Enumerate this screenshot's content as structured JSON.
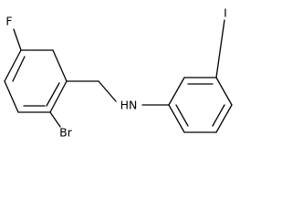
{
  "molecule": {
    "atoms": {
      "fluorine": "F",
      "bromine": "Br",
      "amine": "HN",
      "iodine": "I"
    }
  },
  "colors": {
    "bond": "#000000",
    "label": "#000000",
    "background": "#ffffff"
  }
}
